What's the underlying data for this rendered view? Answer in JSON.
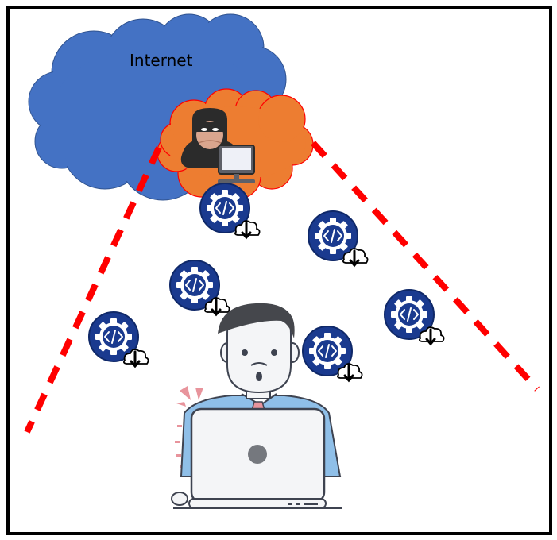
{
  "cloud": {
    "label": "Internet",
    "color": "#4472C4"
  },
  "attacker": {
    "bubble_color": "#ED7D31",
    "icon": "hacker-icon",
    "device_icon": "computer-monitor-icon"
  },
  "attack_lines": {
    "color": "#FF0000",
    "style": "dashed"
  },
  "payloads": {
    "icon": "code-gear-download-icon",
    "badge_color": "#1A3A8F",
    "count": 6
  },
  "victim": {
    "icon": "surprised-user-with-laptop-icon",
    "shirt_color": "#8FBFE8",
    "hair_color": "#45474C"
  }
}
